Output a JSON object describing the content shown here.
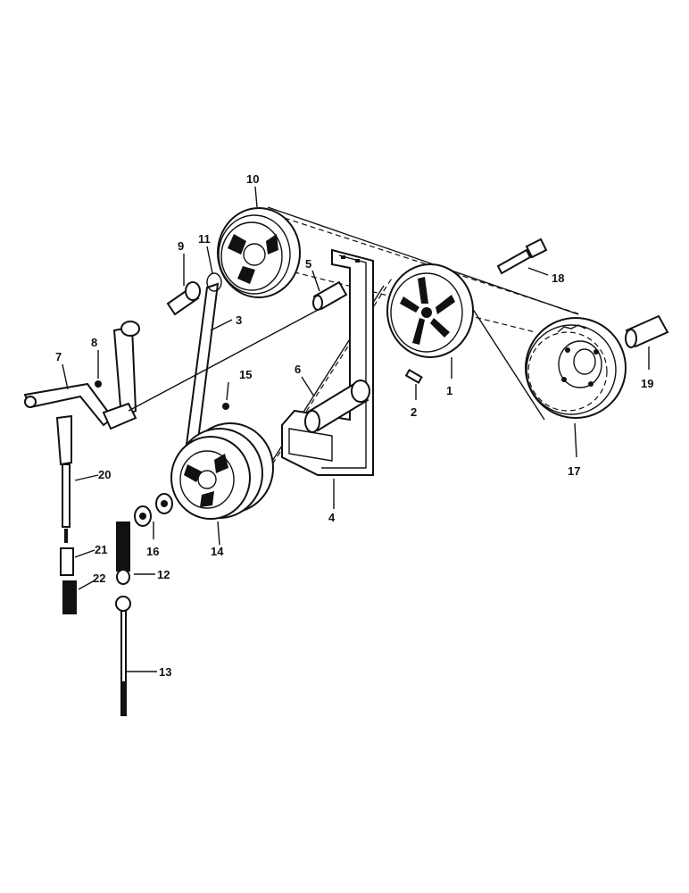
{
  "diagram": {
    "style": "exploded parts view, black line art on white",
    "callouts": [
      {
        "id": "c1",
        "text": "1"
      },
      {
        "id": "c2",
        "text": "2"
      },
      {
        "id": "c3",
        "text": "3"
      },
      {
        "id": "c4",
        "text": "4"
      },
      {
        "id": "c5",
        "text": "5"
      },
      {
        "id": "c6",
        "text": "6"
      },
      {
        "id": "c7",
        "text": "7"
      },
      {
        "id": "c8",
        "text": "8"
      },
      {
        "id": "c9",
        "text": "9"
      },
      {
        "id": "c10",
        "text": "10"
      },
      {
        "id": "c11",
        "text": "11"
      },
      {
        "id": "c12",
        "text": "12"
      },
      {
        "id": "c13",
        "text": "13"
      },
      {
        "id": "c14",
        "text": "14"
      },
      {
        "id": "c15",
        "text": "15"
      },
      {
        "id": "c16",
        "text": "16"
      },
      {
        "id": "c17",
        "text": "17"
      },
      {
        "id": "c18",
        "text": "18"
      },
      {
        "id": "c19",
        "text": "19"
      },
      {
        "id": "c20",
        "text": "20"
      },
      {
        "id": "c21",
        "text": "21"
      },
      {
        "id": "c22",
        "text": "22"
      }
    ]
  }
}
